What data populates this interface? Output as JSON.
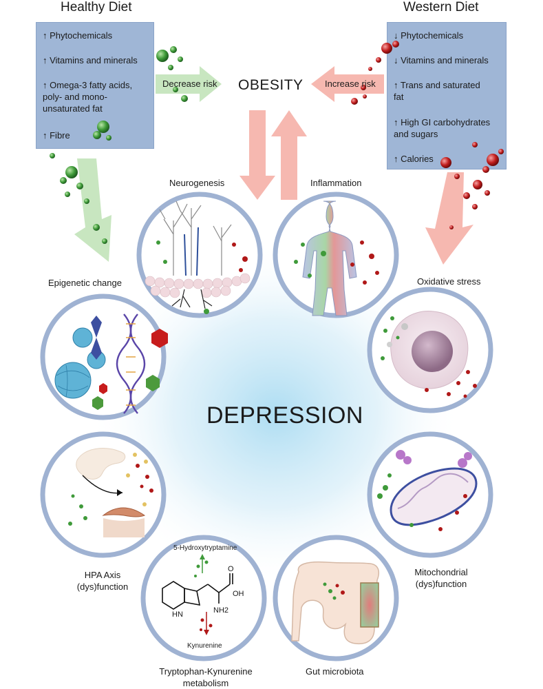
{
  "healthy": {
    "title": "Healthy Diet",
    "items": [
      "↑ Phytochemicals",
      "↑ Vitamins and minerals",
      "↑ Omega-3 fatty acids,\npoly- and mono-\nunsaturated fat",
      "↑ Fibre"
    ]
  },
  "western": {
    "title": "Western Diet",
    "items": [
      "↓ Phytochemicals",
      "↓ Vitamins and minerals",
      "↑ Trans and saturated\nfat",
      "↑ High GI carbohydrates\nand sugars",
      "↑ Calories"
    ]
  },
  "obesity": "OBESITY",
  "decrease_risk": "Decrease risk",
  "increase_risk": "Increase risk",
  "depression": "DEPRESSION",
  "mechanisms": {
    "neurogenesis": "Neurogenesis",
    "inflammation": "Inflammation",
    "epigenetic": "Epigenetic change",
    "oxidative": "Oxidative stress",
    "hpa": "HPA Axis\n(dys)function",
    "mito": "Mitochondrial\n(dys)function",
    "tryptophan": "Tryptophan-Kynurenine\nmetabolism",
    "gut": "Gut microbiota"
  },
  "chem": {
    "serotonin": "5-Hydroxytryptamine",
    "kynurenine": "Kynurenine",
    "oh": "OH",
    "hn": "HN",
    "nh2": "NH2",
    "o": "O"
  },
  "colors": {
    "box": "#9fb6d6",
    "green_arrow": "#c8e6c0",
    "red_arrow": "#f6b8b0",
    "circle_ring": "#9fb2d2",
    "green_dot": "#3f9a3a",
    "red_dot": "#b01818"
  }
}
